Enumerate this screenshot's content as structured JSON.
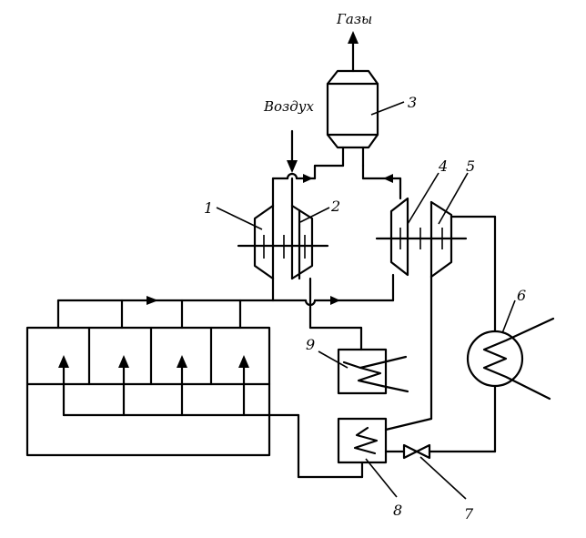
{
  "labels": {
    "gases": "Газы",
    "air": "Воздух",
    "n1": "1",
    "n2": "2",
    "n3": "3",
    "n4": "4",
    "n5": "5",
    "n6": "6",
    "n7": "7",
    "n8": "8",
    "n9": "9"
  }
}
